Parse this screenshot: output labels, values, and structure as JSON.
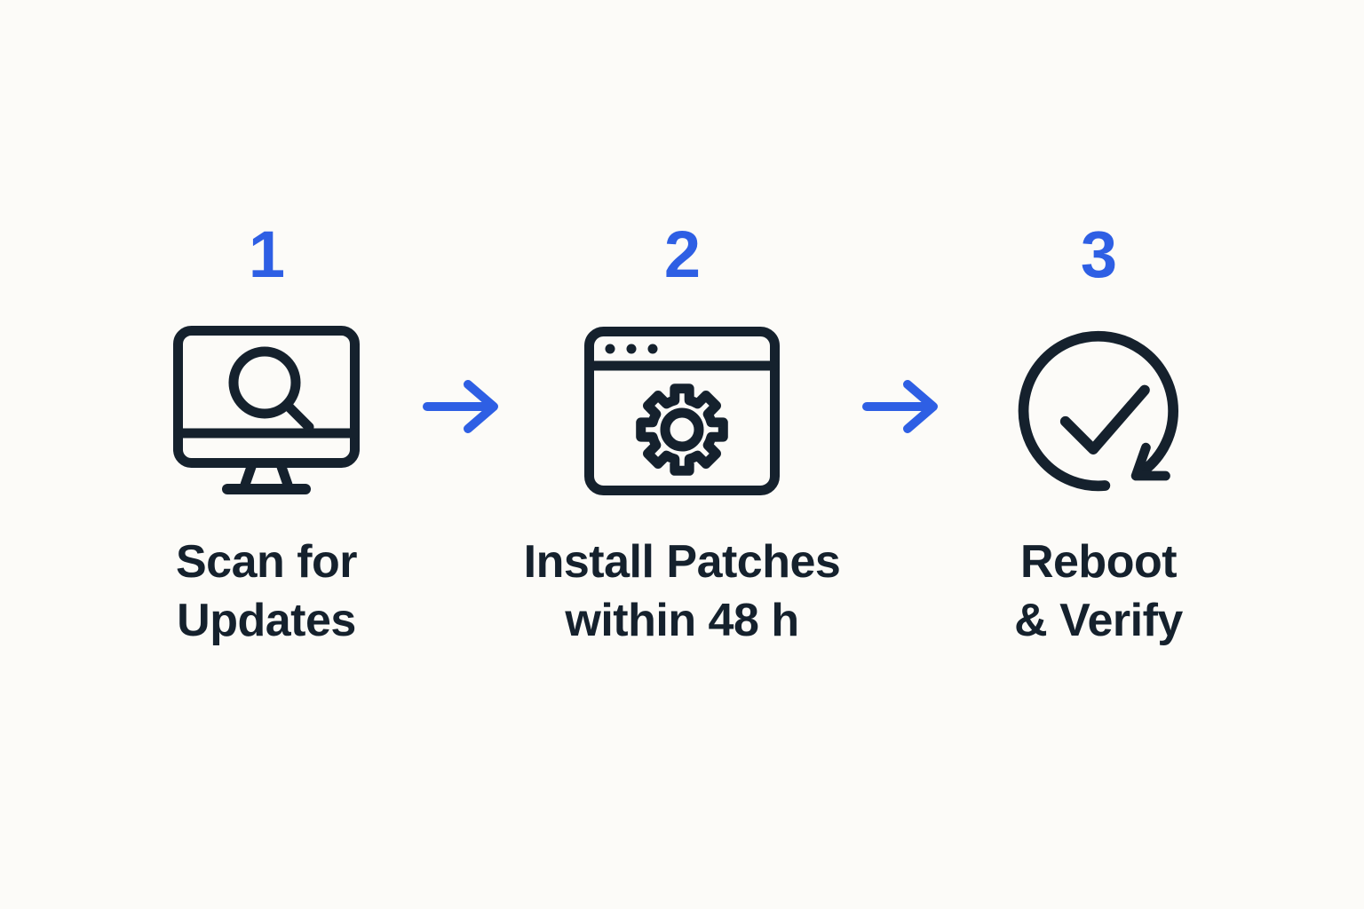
{
  "colors": {
    "accent": "#2E5FE4",
    "ink": "#15212D",
    "background": "#FCFBF8"
  },
  "diagram": {
    "kind": "3-step process flow",
    "steps": [
      {
        "number": "1",
        "label_line1": "Scan for",
        "label_line2": "Updates",
        "icon": "monitor-search-icon"
      },
      {
        "number": "2",
        "label_line1": "Install Patches",
        "label_line2": "within 48 h",
        "icon": "browser-gear-icon"
      },
      {
        "number": "3",
        "label_line1": "Reboot",
        "label_line2": "& Verify",
        "icon": "reboot-check-icon"
      }
    ],
    "connector": "right-arrow-icon"
  }
}
